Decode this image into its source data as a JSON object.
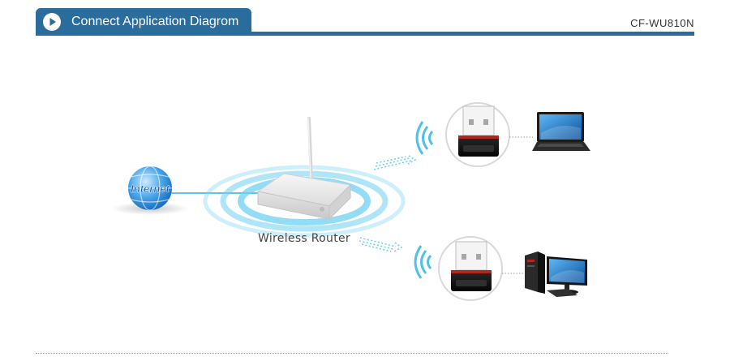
{
  "header": {
    "title": "Connect Application Diagrom",
    "model": "CF-WU810N",
    "icon": "play-icon",
    "color": "#2a6d9c"
  },
  "diagram": {
    "internet_label": "Internet",
    "router_label": "Wireless Router",
    "devices": [
      {
        "name": "laptop",
        "adapter": "usb-wifi-adapter"
      },
      {
        "name": "desktop-pc",
        "adapter": "usb-wifi-adapter"
      }
    ],
    "signal_color": "#4fc1e9",
    "globe_color": "#2e8fd6"
  }
}
